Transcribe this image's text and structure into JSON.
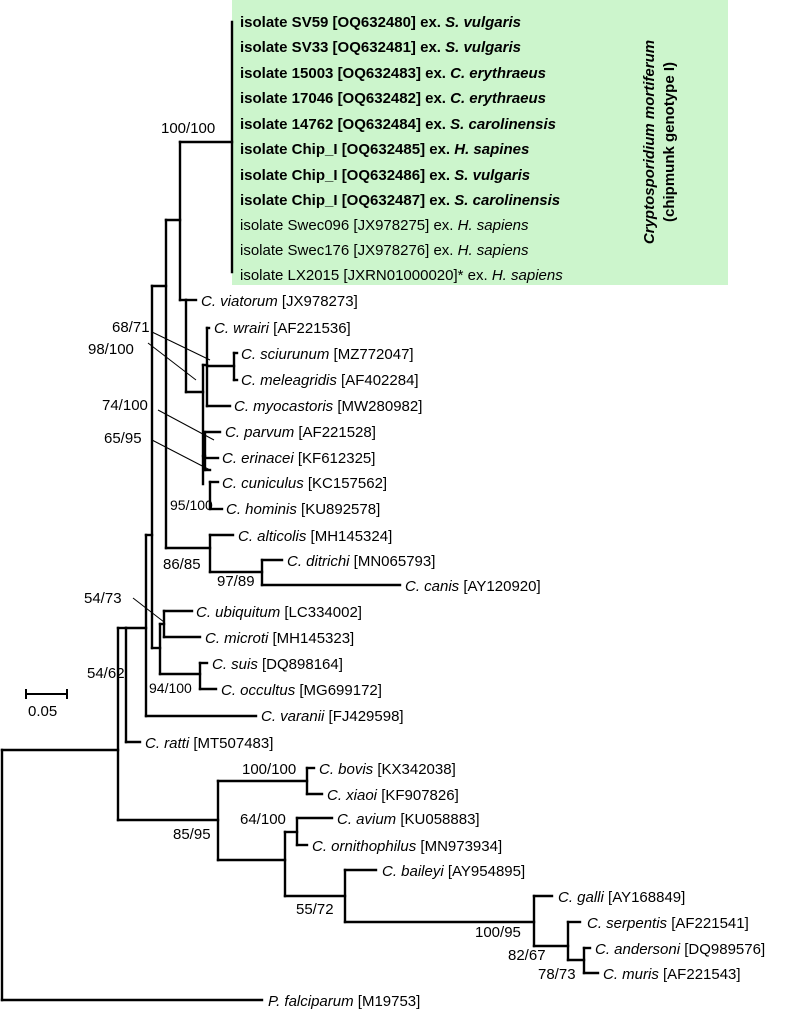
{
  "highlight_color": "#ccf5cc",
  "taxa": {
    "sv59": {
      "pre": "isolate SV59 [OQ632480] ex. ",
      "sp": "S. vulgaris"
    },
    "sv33": {
      "pre": "isolate SV33  [OQ632481] ex. ",
      "sp": "S. vulgaris"
    },
    "i15003": {
      "pre": "isolate 15003 [OQ632483] ex. ",
      "sp": "C. erythraeus"
    },
    "i17046": {
      "pre": "isolate 17046 [OQ632482] ex. ",
      "sp": "C. erythraeus"
    },
    "i14762": {
      "pre": "isolate 14762 [OQ632484] ex. ",
      "sp": "S. carolinensis"
    },
    "chip85": {
      "pre": "isolate Chip_I [OQ632485] ex. ",
      "sp": "H. sapines"
    },
    "chip86": {
      "pre": "isolate Chip_I [OQ632486] ex. ",
      "sp": "S. vulgaris"
    },
    "chip87": {
      "pre": "isolate Chip_I [OQ632487] ex. ",
      "sp": "S. carolinensis"
    },
    "swec096": {
      "pre": "isolate Swec096 [JX978275] ex. ",
      "sp": "H. sapiens"
    },
    "swec176": {
      "pre": "isolate Swec176 [JX978276] ex. ",
      "sp": "H. sapiens"
    },
    "lx2015": {
      "pre": "isolate LX2015 [JXRN01000020]* ex. ",
      "sp": "H. sapiens"
    },
    "viatorum": {
      "sp": "C. viatorum",
      "acc": " [JX978273]"
    },
    "wrairi": {
      "sp": "C. wrairi",
      "acc": " [AF221536]"
    },
    "sciurunum": {
      "sp": "C. sciurunum",
      "acc": " [MZ772047]"
    },
    "meleagridis": {
      "sp": "C. meleagridis",
      "acc": " [AF402284]"
    },
    "myocastoris": {
      "sp": "C. myocastoris",
      "acc": " [MW280982]"
    },
    "parvum": {
      "sp": "C.  parvum",
      "acc": " [AF221528]"
    },
    "erinacei": {
      "sp": "C. erinacei",
      "acc": " [KF612325]"
    },
    "cuniculus": {
      "sp": "C. cuniculus",
      "acc": " [KC157562]"
    },
    "hominis": {
      "sp": "C. hominis",
      "acc": " [KU892578]"
    },
    "alticolis": {
      "sp": "C. alticolis",
      "acc": " [MH145324]"
    },
    "ditrichi": {
      "sp": "C. ditrichi",
      "acc": " [MN065793]"
    },
    "canis": {
      "sp": "C. canis",
      "acc": " [AY120920]"
    },
    "ubiquitum": {
      "sp": "C. ubiquitum",
      "acc": " [LC334002]"
    },
    "microti": {
      "sp": "C. microti",
      "acc": " [MH145323]"
    },
    "suis": {
      "sp": "C. suis",
      "acc": " [DQ898164]"
    },
    "occultus": {
      "sp": "C. occultus",
      "acc": " [MG699172]"
    },
    "varanii": {
      "sp": "C. varanii",
      "acc": " [FJ429598]"
    },
    "ratti": {
      "sp": "C. ratti",
      "acc": " [MT507483]"
    },
    "bovis": {
      "sp": "C. bovis",
      "acc": " [KX342038]"
    },
    "xiaoi": {
      "sp": "C. xiaoi",
      "acc": " [KF907826]"
    },
    "avium": {
      "sp": "C. avium",
      "acc": " [KU058883]"
    },
    "ornithophilus": {
      "sp": "C. ornithophilus",
      "acc": " [MN973934]"
    },
    "baileyi": {
      "sp": "C. baileyi",
      "acc": " [AY954895]"
    },
    "galli": {
      "sp": "C. galli",
      "acc": " [AY168849]"
    },
    "serpentis": {
      "sp": "C. serpentis",
      "acc": " [AF221541]"
    },
    "andersoni": {
      "sp": "C. andersoni",
      "acc": " [DQ989576]"
    },
    "muris": {
      "sp": "C. muris",
      "acc": " [AF221543]"
    },
    "falciparum": {
      "sp": "P. falciparum",
      "acc": " [M19753]"
    }
  },
  "support": {
    "mortiferum": "100/100",
    "wrairi": "68/71",
    "meleagridis": "98/100",
    "parvum": "74/100",
    "erinacei": "65/95",
    "hominis": "95/100",
    "alticolis": "86/85",
    "ditrichi": "97/89",
    "ubiquitum": "54/73",
    "occultus": "94/100",
    "ratti": "54/62",
    "bovis": "100/100",
    "gastric": "85/95",
    "avium": "64/100",
    "baileyi": "55/72",
    "galli": "100/95",
    "serpentis": "82/67",
    "muris": "78/73"
  },
  "clade": {
    "line1": "Cryptosporidium mortiferum",
    "line2": "(chipmunk genotype I)"
  },
  "scale": {
    "label": "0.05"
  }
}
